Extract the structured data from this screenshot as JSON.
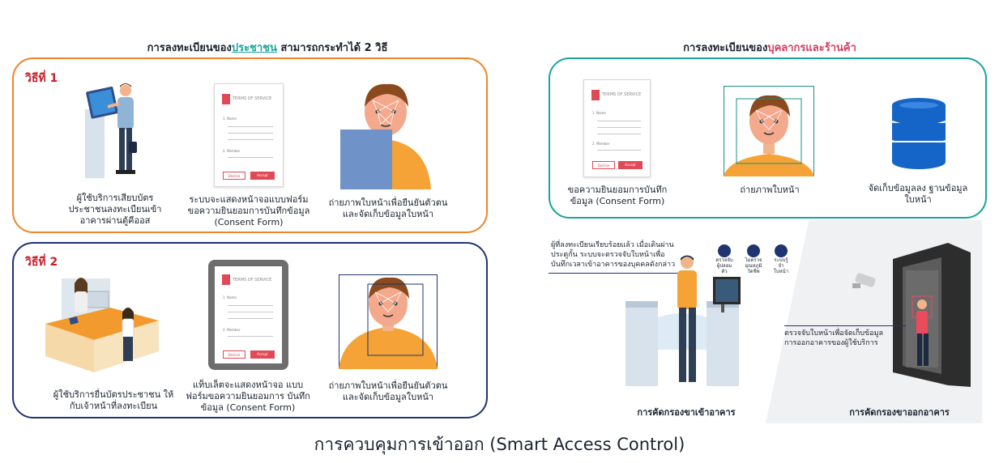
{
  "page": {
    "title": "การควบคุมการเข้าออก (Smart Access Control)"
  },
  "public_section": {
    "title_pre": "การลงทะเบียนของ",
    "title_highlight": "ประชาชน",
    "title_post": " สามารถกระทำได้ 2 วิธี",
    "way1": {
      "label": "วิธีที่ 1",
      "step1_caption": "ผู้ใช้บริการเสียบบัตร ประชาชนลงทะเบียนเข้า อาคารผ่านตู้คีออส",
      "step2_caption": "ระบบจะแสดงหน้าจอแบบฟอร์ม ขอความยินยอมการบันทึกข้อมูล (Consent Form)",
      "step3_caption": "ถ่ายภาพใบหน้าเพื่อยืนยันตัวตน และจัดเก็บข้อมูลใบหน้า"
    },
    "way2": {
      "label": "วิธีที่ 2",
      "step1_caption": "ผู้ใช้บริการยื่นบัตรประชาชน ให้กับเจ้าหน้าที่ลงทะเบียน",
      "step2_caption": "แท็บเล็ตจะแสดงหน้าจอ แบบฟอร์มขอความยินยอมการ บันทึกข้อมูล (Consent Form)",
      "step3_caption": "ถ่ายภาพใบหน้าเพื่อยืนยันตัวตน และจัดเก็บข้อมูลใบหน้า"
    }
  },
  "staff_section": {
    "title_pre": "การลงทะเบียนของ",
    "title_highlight": "บุคลากรและร้านค้า",
    "step1_caption": "ขอความยินยอมการบันทึก ข้อมูล (Consent Form)",
    "step2_caption": "ถ่ายภาพใบหน้า",
    "step3_caption": "จัดเก็บข้อมูลลง ฐานข้อมูลใบหน้า"
  },
  "consent_form": {
    "header": "TERMS OF SERVICE",
    "field1": "1. Name",
    "field2": "2. Member",
    "decline": "Decline",
    "accept": "Accept"
  },
  "entry_scene": {
    "description": "ผู้ที่ลงทะเบียนเรียบร้อยแล้ว เมื่อเดินผ่าน ประตูกั้น ระบบจะตรวจจับใบหน้าเพื่อ บันทึกเวลาเข้าอาคารของบุคคลดังกล่าว",
    "feature1": "ตรวจจับ ผู้ปลอมตัว",
    "feature2": "ไม่ตรวจ อุณหภูมิ วัดชีพ",
    "feature3": "ระบบรู้จำ ใบหน้า",
    "caption": "การคัดกรองขาเข้าอาคาร"
  },
  "exit_scene": {
    "description": "ตรวจจับใบหน้าเพื่อจัดเก็บข้อมูล การออกอาคารของผู้ใช้บริการ",
    "caption": "การคัดกรองขาออกอาคาร"
  },
  "colors": {
    "orange": "#f0842c",
    "navy": "#1f3470",
    "teal": "#1aa49a",
    "red": "#c81e2a",
    "pink": "#d23f64",
    "form_red": "#e04a57",
    "db_blue": "#1565c8"
  }
}
